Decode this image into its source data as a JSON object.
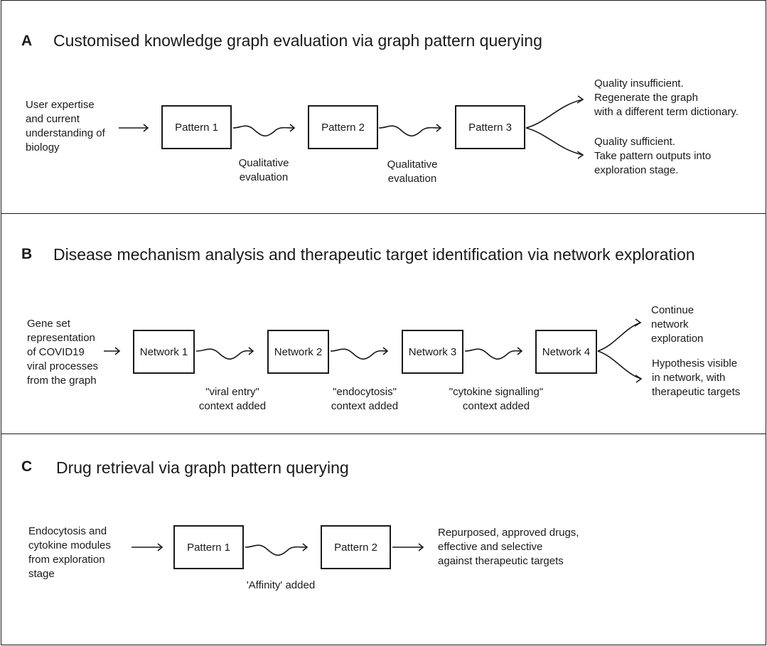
{
  "panel_a": {
    "letter": "A",
    "title": "Customised knowledge graph evaluation via graph pattern querying",
    "input_text": "User expertise\nand current\nunderstanding of\nbiology",
    "boxes": [
      "Pattern 1",
      "Pattern 2",
      "Pattern 3"
    ],
    "step_labels": [
      "Qualitative\nevaluation",
      "Qualitative\nevaluation"
    ],
    "outcome_top": "Quality insufficient.\nRegenerate the graph\nwith a different term dictionary.",
    "outcome_bottom": "Quality sufficient.\nTake pattern outputs into\nexploration stage."
  },
  "panel_b": {
    "letter": "B",
    "title": "Disease mechanism analysis and therapeutic target identification via network exploration",
    "input_text": "Gene set\nrepresentation\nof COVID19\nviral processes\nfrom the graph",
    "boxes": [
      "Network 1",
      "Network 2",
      "Network 3",
      "Network 4"
    ],
    "step_labels": [
      "\"viral entry\"\ncontext added",
      "\"endocytosis\"\ncontext added",
      "\"cytokine signalling\"\ncontext added"
    ],
    "outcome_top": "Continue\nnetwork\nexploration",
    "outcome_bottom": "Hypothesis visible\nin network, with\ntherapeutic targets"
  },
  "panel_c": {
    "letter": "C",
    "title": "Drug retrieval via graph pattern querying",
    "input_text": "Endocytosis and\ncytokine modules\nfrom exploration\nstage",
    "boxes": [
      "Pattern 1",
      "Pattern 2"
    ],
    "step_labels": [
      "'Affinity' added"
    ],
    "output_text": "Repurposed, approved drugs,\neffective and selective\nagainst therapeutic targets"
  }
}
